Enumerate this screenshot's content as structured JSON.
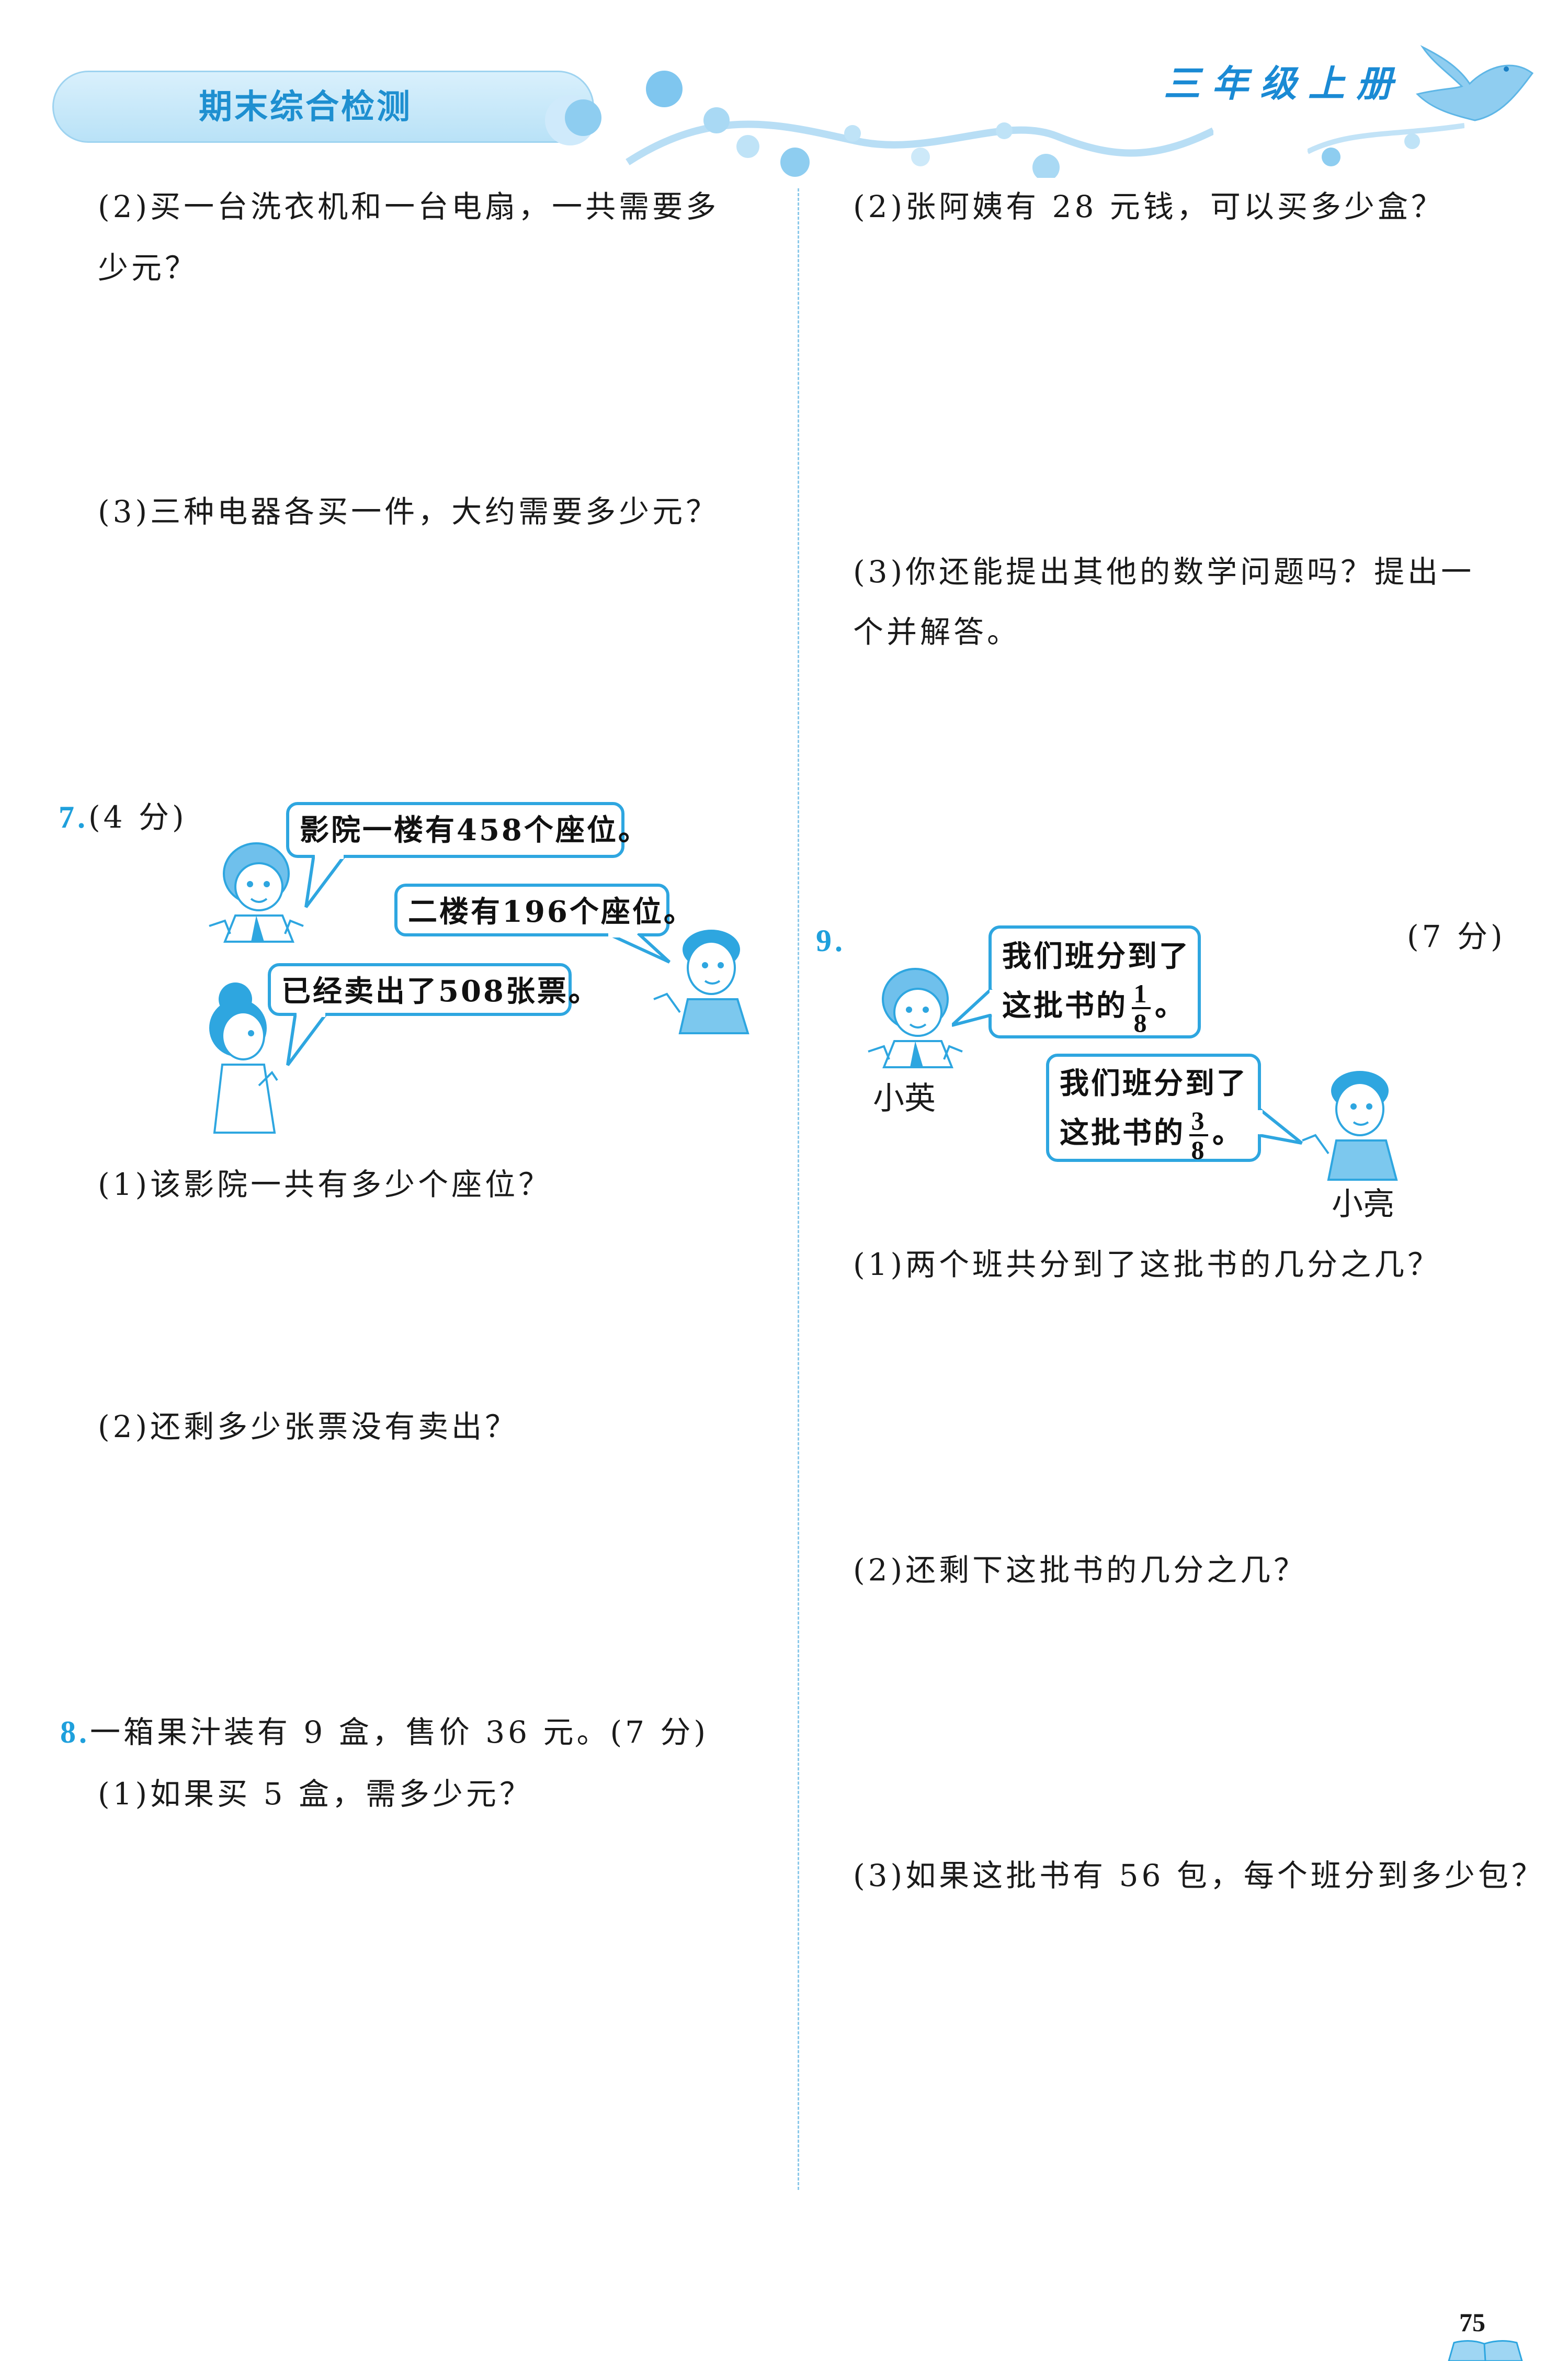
{
  "header": {
    "section_title": "期末综合检测",
    "grade_label": "三年级上册",
    "colors": {
      "accent": "#1fa0dc",
      "pill": "#c9e9fa",
      "bubble_border": "#2ea6e0"
    }
  },
  "left_column": {
    "q6_part2_line1": "(2)买一台洗衣机和一台电扇，一共需要多",
    "q6_part2_line2": "少元？",
    "q6_part3": "(3)三种电器各买一件，大约需要多少元？",
    "q7": {
      "number": "7.",
      "points": "(4 分)",
      "bubbles": [
        "影院一楼有458个座位。",
        "二楼有196个座位。",
        "已经卖出了508张票。"
      ],
      "part1": "(1)该影院一共有多少个座位？",
      "part2": "(2)还剩多少张票没有卖出？"
    },
    "q8": {
      "number": "8.",
      "stem": "一箱果汁装有 9 盒，售价 36 元。(7 分)",
      "part1": "(1)如果买 5 盒，需多少元？"
    }
  },
  "right_column": {
    "q_part2": "(2)张阿姨有 28 元钱，可以买多少盒？",
    "q_part3_line1": "(3)你还能提出其他的数学问题吗？提出一",
    "q_part3_line2": "个并解答。",
    "q9": {
      "number": "9.",
      "points": "(7 分)",
      "bubble1": {
        "line1": "我们班分到了",
        "line2_prefix": "这批书的",
        "num": "1",
        "den": "8",
        "suffix": "。"
      },
      "bubble2": {
        "line1": "我们班分到了",
        "line2_prefix": "这批书的",
        "num": "3",
        "den": "8",
        "suffix": "。"
      },
      "name1": "小英",
      "name2": "小亮",
      "part1": "(1)两个班共分到了这批书的几分之几？",
      "part2": "(2)还剩下这批书的几分之几？",
      "part3": "(3)如果这批书有 56 包，每个班分到多少包？"
    }
  },
  "footer": {
    "page_number": "75"
  }
}
